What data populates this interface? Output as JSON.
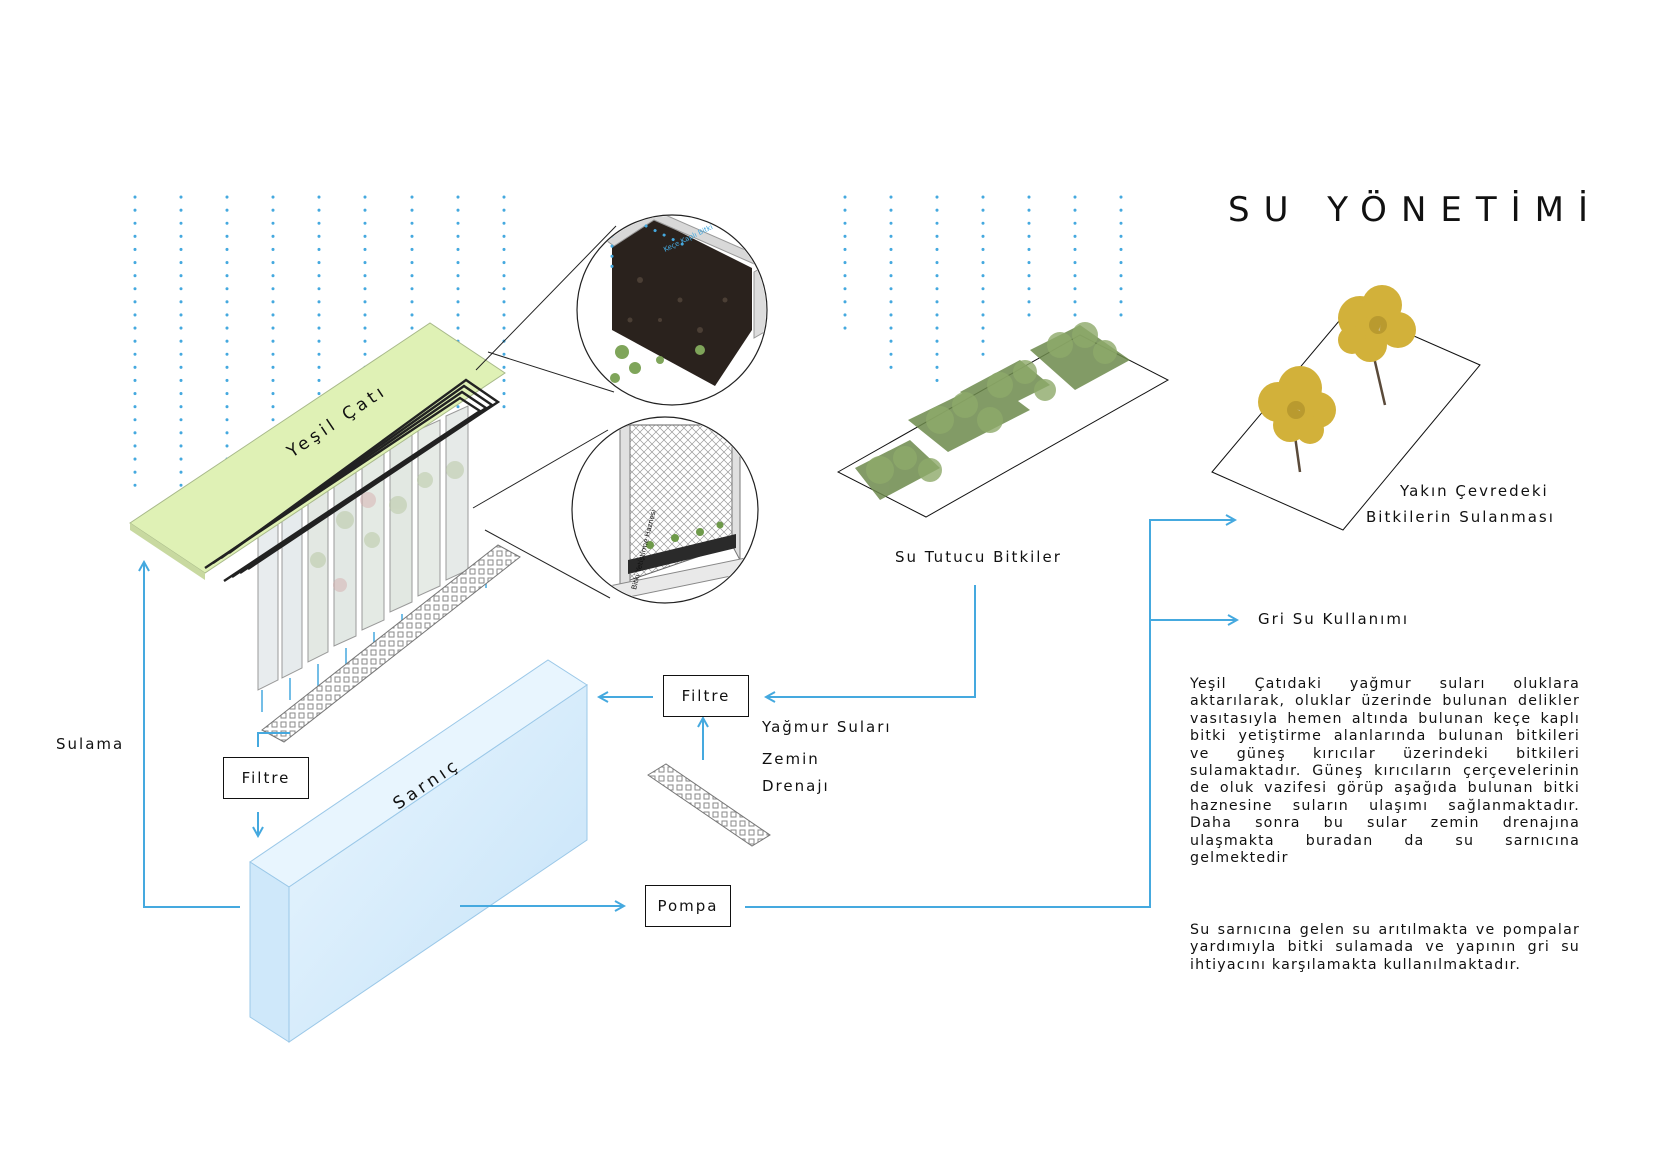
{
  "title": "SU YÖNETİMİ",
  "labels": {
    "green_roof": "Yeşil Çatı",
    "cistern": "Sarnıç",
    "irrigation": "Sulama",
    "rainwater": "Yağmur Suları",
    "ground": "Zemin",
    "drainage": "Drenajı",
    "water_retaining_plants": "Su Tutucu Bitkiler",
    "nearby_1": "Yakın Çevredeki",
    "nearby_2": "Bitkilerin Sulanması",
    "grey_water": "Gri Su Kullanımı",
    "detail_top": "Keçe Kaplı Bitki Yetiştirme Alanı",
    "detail_bottom": "Bitki Yetiştirme Haznesi"
  },
  "boxes": {
    "filter_left": "Filtre",
    "filter_right": "Filtre",
    "pump": "Pompa"
  },
  "paragraphs": [
    "Yeşil Çatıdaki yağmur suları oluklara aktarılarak, oluklar üzerinde bulunan delikler vasıtasıyla hemen altında bulunan keçe kaplı bitki yetiştirme alanlarında bulunan bitkileri ve güneş kırıcılar üzerindeki bitkileri sulamaktadır. Güneş kırıcıların çerçevelerinin de oluk vazifesi görüp aşağıda bulunan bitki haznesine suların ulaşımı sağlanmaktadır. Daha sonra bu sular zemin drenajına ulaşmakta buradan da su sarnıcına gelmektedir",
    "Su sarnıcına gelen su arıtılmakta ve pompalar yardımıyla bitki sulamada ve yapının gri su ihtiyacını karşılamakta kullanılmaktadır."
  ],
  "colors": {
    "flow_blue": "#45a9df",
    "roof_green": "#dff1b5",
    "cistern_blue": "#d6ecfb",
    "foliage_green": "#6d8a4c",
    "tree_yellow": "#d2b13a"
  }
}
